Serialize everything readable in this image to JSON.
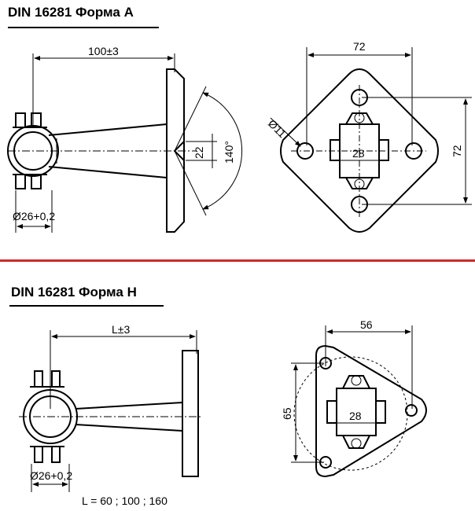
{
  "sections": [
    {
      "title": "DIN 16281 Форма A",
      "dims": {
        "length": "100±3",
        "diameter_clamp": "Ø26+0,2",
        "gap": "22",
        "angle": "140°",
        "width_top": "72",
        "hole": "Ø11",
        "center": "28",
        "height_right": "72"
      }
    },
    {
      "title": "DIN 16281 Форма H",
      "dims": {
        "length": "L±3",
        "diameter_clamp": "Ø26+0,2",
        "width_top": "56",
        "center": "28",
        "height_left": "65",
        "lengths_note": "L = 60 ; 100 ; 160"
      }
    }
  ],
  "colors": {
    "divider": "#d0282a",
    "ink": "#000000",
    "paper": "#ffffff"
  }
}
